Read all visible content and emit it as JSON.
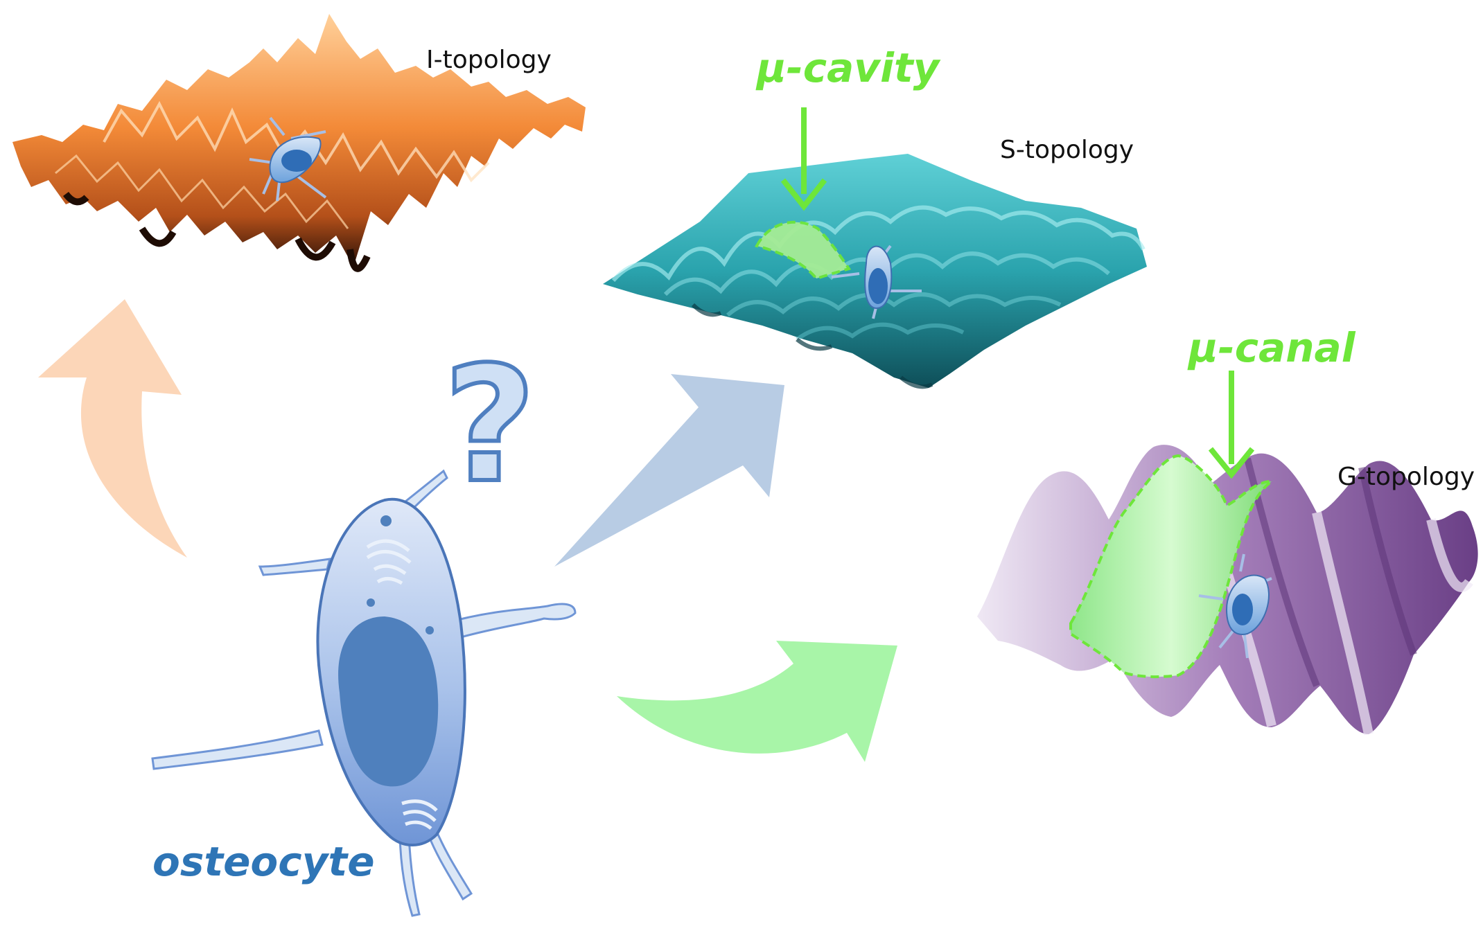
{
  "labels": {
    "i_topology": "I-topology",
    "s_topology": "S-topology",
    "g_topology": "G-topology",
    "mu_cavity": "µ-cavity",
    "mu_canal": "µ-canal",
    "osteocyte": "osteocyte",
    "question_mark": "?"
  },
  "colors": {
    "i_surface": "#f08a3a",
    "i_surface_dark": "#3a1a08",
    "s_surface": "#2aa3ad",
    "s_surface_dark": "#0e4e58",
    "g_surface": "#8a5aa0",
    "g_surface_light": "#e9e0ef",
    "highlight_green": "#6ee63a",
    "arrow_orange": "#fcd6b8",
    "arrow_blue": "#b8cce4",
    "arrow_green": "#a8f5a8",
    "cell_fill": "#8fb0e2",
    "cell_nucleus": "#4f80bd",
    "cell_label": "#2e75b6",
    "topo_text": "#111111"
  }
}
